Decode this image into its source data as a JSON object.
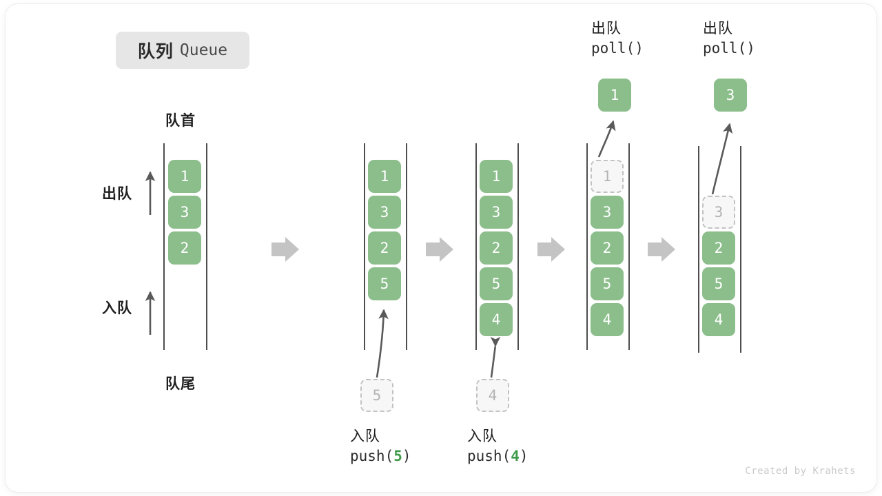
{
  "title": {
    "cn": "队列",
    "en": "Queue"
  },
  "labels": {
    "head": "队首",
    "tail": "队尾",
    "dequeue_dir": "出队",
    "enqueue_dir": "入队"
  },
  "watermark": "Created by Krahets",
  "colors": {
    "cell_fill": "#8cbe8c",
    "cell_text": "#ffffff",
    "ghost_fill": "#f7f7f7",
    "ghost_border": "#c2c2c2",
    "ghost_text": "#b4b4b4",
    "rail": "#4d4d4d",
    "arrow": "#595959",
    "step_arrow": "#c4c4c4",
    "badge_bg": "#e6e6e6",
    "accent_number": "#3f9b49"
  },
  "stages": [
    {
      "id": "initial",
      "caption_cn": "",
      "caption_code": "",
      "cells": [
        "1",
        "3",
        "2"
      ],
      "ghost_index": -1,
      "incoming": null,
      "outgoing": null
    },
    {
      "id": "push-5",
      "caption_cn": "入队",
      "caption_code_prefix": "push(",
      "caption_code_num": "5",
      "caption_code_suffix": ")",
      "cells": [
        "1",
        "3",
        "2",
        "5"
      ],
      "ghost_index": -1,
      "incoming": "5",
      "outgoing": null
    },
    {
      "id": "push-4",
      "caption_cn": "入队",
      "caption_code_prefix": "push(",
      "caption_code_num": "4",
      "caption_code_suffix": ")",
      "cells": [
        "1",
        "3",
        "2",
        "5",
        "4"
      ],
      "ghost_index": -1,
      "incoming": "4",
      "outgoing": null
    },
    {
      "id": "poll-1",
      "caption_cn": "出队",
      "caption_code_prefix": "poll(",
      "caption_code_num": "",
      "caption_code_suffix": ")",
      "cells": [
        "1",
        "3",
        "2",
        "5",
        "4"
      ],
      "ghost_index": 0,
      "incoming": null,
      "outgoing": "1"
    },
    {
      "id": "poll-3",
      "caption_cn": "出队",
      "caption_code_prefix": "poll(",
      "caption_code_num": "",
      "caption_code_suffix": ")",
      "cells": [
        "3",
        "2",
        "5",
        "4"
      ],
      "ghost_index": 0,
      "incoming": null,
      "outgoing": "3"
    }
  ],
  "step_arrows_count": 4
}
